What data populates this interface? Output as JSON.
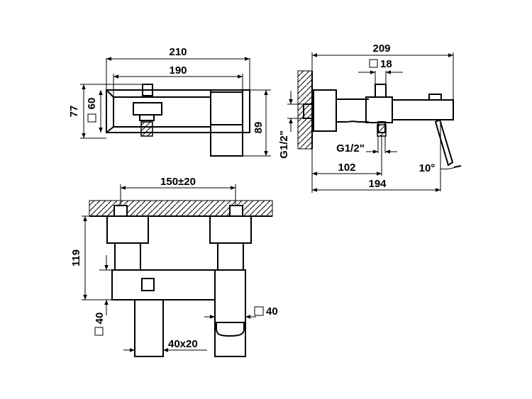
{
  "front_view": {
    "overall_width": "210",
    "inner_width": "190",
    "total_height": "77",
    "square_body": "60",
    "right_height": "89"
  },
  "side_view": {
    "overall_depth": "209",
    "square_section": "18",
    "pipe_thread_vertical": "G1/2\"",
    "pipe_thread_horizontal": "G1/2\"",
    "inlet_distance": "102",
    "total_projection": "194",
    "lever_angle": "10°"
  },
  "top_view": {
    "centers": "150±20",
    "height": "119",
    "square_left": "40",
    "square_right": "40",
    "spout_section": "40x20"
  },
  "colors": {
    "line": "#000000",
    "background": "#ffffff"
  },
  "symbols": {
    "square": "square-section-icon",
    "arrow": "arrow-icon"
  }
}
